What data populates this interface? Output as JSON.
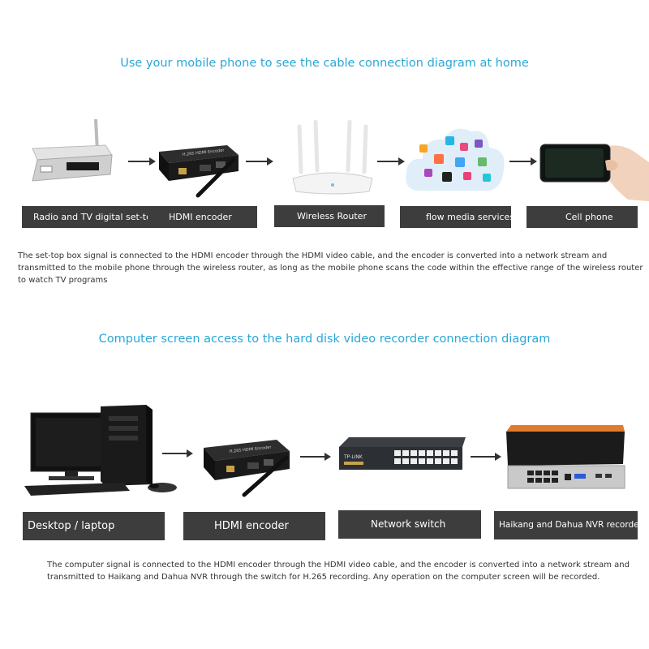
{
  "section1": {
    "title": "Use your mobile phone to see the cable connection diagram at home",
    "labels": {
      "settop": "Radio and TV digital set-top box",
      "encoder": "HDMI encoder",
      "router": "Wireless Router",
      "media": "flow media services",
      "phone": "Cell phone"
    },
    "description": "The set-top box signal is connected to the HDMI encoder through the HDMI video cable, and the encoder is converted into a network stream and transmitted to the mobile phone through the wireless router, as long as the mobile phone scans the code within the effective range of the wireless router to watch TV programs"
  },
  "section2": {
    "title": "Computer screen access to the hard disk video recorder connection diagram",
    "labels": {
      "desktop": "Desktop / laptop",
      "encoder": "HDMI encoder",
      "switch": "Network switch",
      "nvr": "Haikang and Dahua NVR recorder"
    },
    "description": "The computer signal is connected to the HDMI encoder through the HDMI video cable, and the encoder is converted into a network stream and transmitted to Haikang and Dahua NVR through the switch for H.265 recording. Any operation on the computer screen will be recorded."
  },
  "device_text": {
    "encoder_brand": "H.265 HDMI Encoder",
    "switch_brand": "TP-LINK"
  },
  "colors": {
    "title": "#2aa7d8",
    "label_bg": "#3d3d3d",
    "label_text": "#ffffff",
    "arrow": "#333333"
  }
}
